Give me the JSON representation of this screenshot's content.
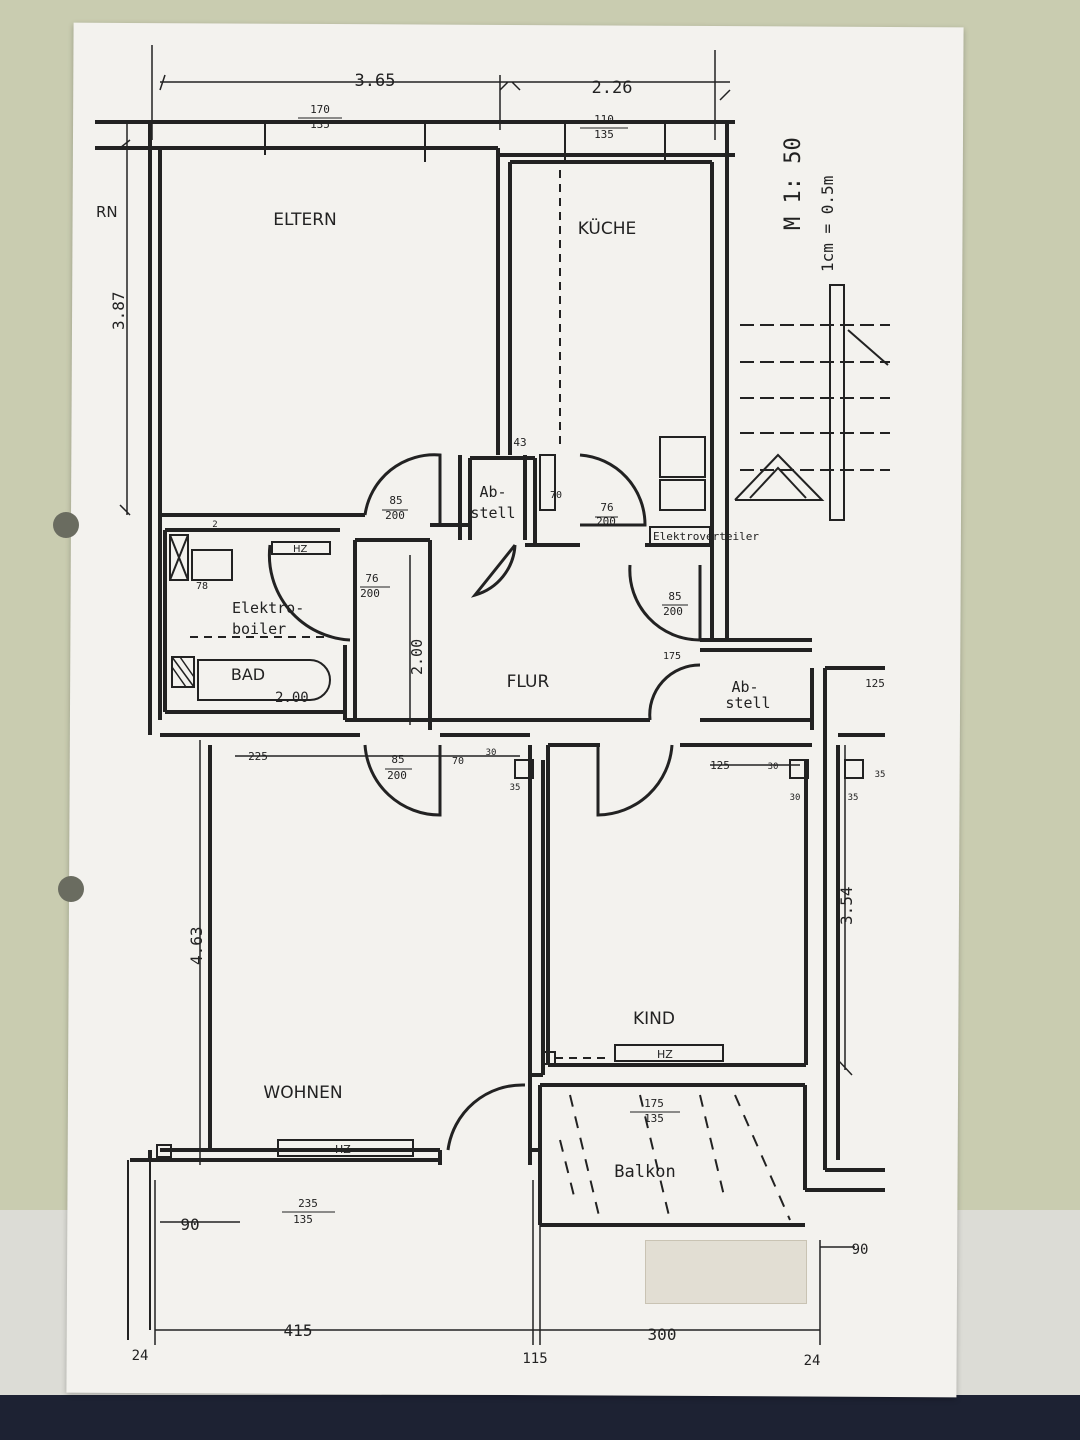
{
  "rooms": {
    "eltern": "ELTERN",
    "kueche": "KÜCHE",
    "bad": "BAD",
    "flur": "FLUR",
    "wohnen": "WOHNEN",
    "kind": "KIND",
    "balkon": "Balkon",
    "abstell_1": "Ab-",
    "abstell_1b": "stell",
    "abstell_2": "Ab-",
    "abstell_2b": "stell",
    "partial": "RN"
  },
  "fixtures": {
    "elektroboiler_1": "Elektro-",
    "elektroboiler_2": "boiler",
    "elektroverteiler": "Elektroverteiler",
    "hz": "HZ"
  },
  "scale": {
    "ratio": "M 1: 50",
    "conversion": "1cm = 0.5m"
  },
  "dimensions": {
    "top_left": "3.65",
    "top_right": "2.26",
    "left_eltern": "3.87",
    "left_wohnen": "4.63",
    "right_kind": "3.54",
    "flur_height": "2.00",
    "bath_width": "2.00",
    "bottom_left": "415",
    "bottom_right": "300",
    "bottom_mid": "115",
    "corner_left": "24",
    "corner_right": "24",
    "side_90_left": "90",
    "side_90_right": "90",
    "wohnen_225": "225",
    "kind_125": "125",
    "right_125": "125",
    "dim_43": "43",
    "dim_70a": "70",
    "dim_70b": "70",
    "dim_78": "78",
    "dim_2": "2",
    "dim_175": "175",
    "dim_30a": "30",
    "dim_30b": "30",
    "dim_30c": "30",
    "dim_35a": "35",
    "dim_35b": "35",
    "dim_35c": "35"
  },
  "openings": {
    "w_eltern_n": "170",
    "w_eltern_d": "135",
    "w_kueche_n": "110",
    "w_kueche_d": "135",
    "d_eltern_n": "85",
    "d_eltern_d": "200",
    "d_kueche_n": "76",
    "d_kueche_d": "200",
    "d_bad_n": "76",
    "d_bad_d": "200",
    "d_flur_n": "85",
    "d_flur_d": "200",
    "d_wohnen_n": "85",
    "d_wohnen_d": "200",
    "w_balkon_n": "175",
    "w_balkon_d": "135",
    "w_wohnen_n": "235",
    "w_wohnen_d": "135"
  },
  "colors": {
    "ink": "#222222",
    "paper": "#f3f2ee",
    "background": "#c9ccb0"
  }
}
